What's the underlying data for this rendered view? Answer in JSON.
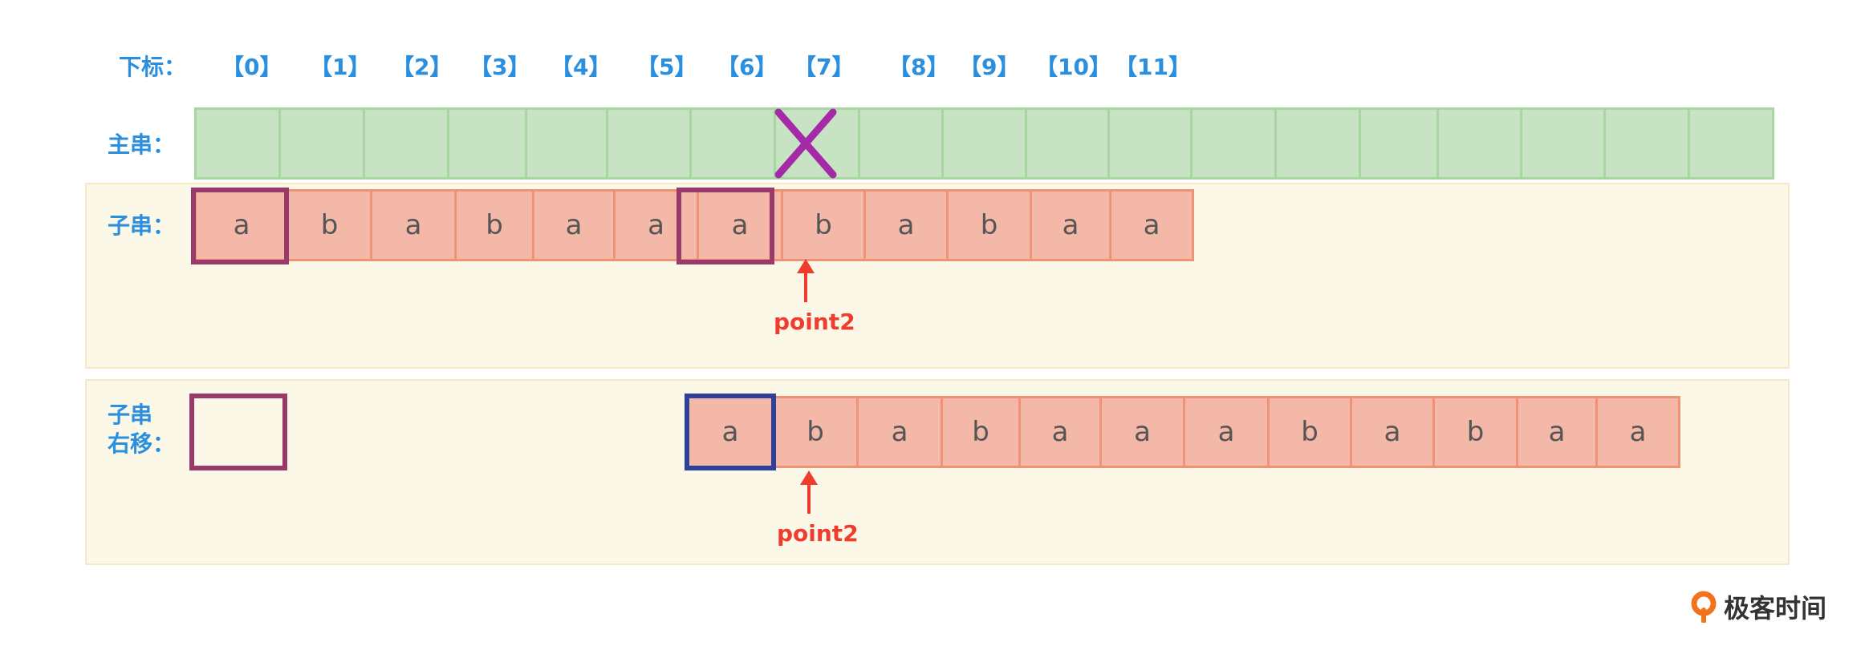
{
  "labels": {
    "index": "下标：",
    "main": "主串：",
    "sub": "子串：",
    "shifted_line1": "子串",
    "shifted_line2": "右移："
  },
  "indices": [
    "【0】",
    "【1】",
    "【2】",
    "【3】",
    "【4】",
    "【5】",
    "【6】",
    "【7】",
    "【8】",
    "【9】",
    "【10】",
    "【11】"
  ],
  "main_string": {
    "cell_count": 19,
    "mismatch_mark": "✕"
  },
  "substring": [
    "a",
    "b",
    "a",
    "b",
    "a",
    "a",
    "a",
    "b",
    "a",
    "b",
    "a",
    "a"
  ],
  "shifted_substring": [
    "a",
    "b",
    "a",
    "b",
    "a",
    "a",
    "a",
    "b",
    "a",
    "b",
    "a",
    "a"
  ],
  "pointer_label_top": "point2",
  "pointer_label_bottom": "point2",
  "logo_text": "极客时间",
  "colors": {
    "main_fill": "#c8e3c4",
    "sub_fill": "#f4b8a8",
    "highlight_purple": "#9a3a6b",
    "highlight_blue": "#2f409b",
    "arrow_red": "#ef3c2f",
    "label_blue": "#2b8fe0"
  }
}
